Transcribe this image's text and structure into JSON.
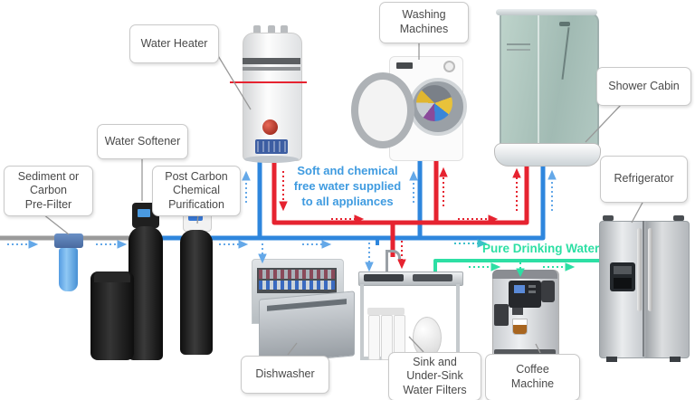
{
  "labels": {
    "sediment_pre_filter": "Sediment or\nCarbon\nPre-Filter",
    "water_softener": "Water Softener",
    "post_carbon": "Post Carbon\nChemical\nPurification",
    "water_heater": "Water Heater",
    "washing_machines": "Washing\nMachines",
    "shower_cabin": "Shower Cabin",
    "refrigerator": "Refrigerator",
    "dishwasher": "Dishwasher",
    "sink_filters": "Sink and\nUnder-Sink\nWater Filters",
    "coffee_machine": "Coffee\nMachine"
  },
  "annotations": {
    "soft_water": "Soft and chemical\nfree water supplied\nto all appliances",
    "pure_water": "Pure Drinking Water"
  },
  "colors": {
    "pipe_gray": "#9a9a9a",
    "pipe_blue": "#2e86dd",
    "pipe_red": "#e62330",
    "pipe_green": "#2ddfa4",
    "arrow_light_blue": "#64a8e8",
    "arrow_teal": "#3cc0c8",
    "soft_water_text": "#3f9be0",
    "pure_water_text": "#2ddfa4",
    "label_text": "#4a4a4a",
    "label_border": "#c9c9c9",
    "leader_line": "#999999"
  }
}
